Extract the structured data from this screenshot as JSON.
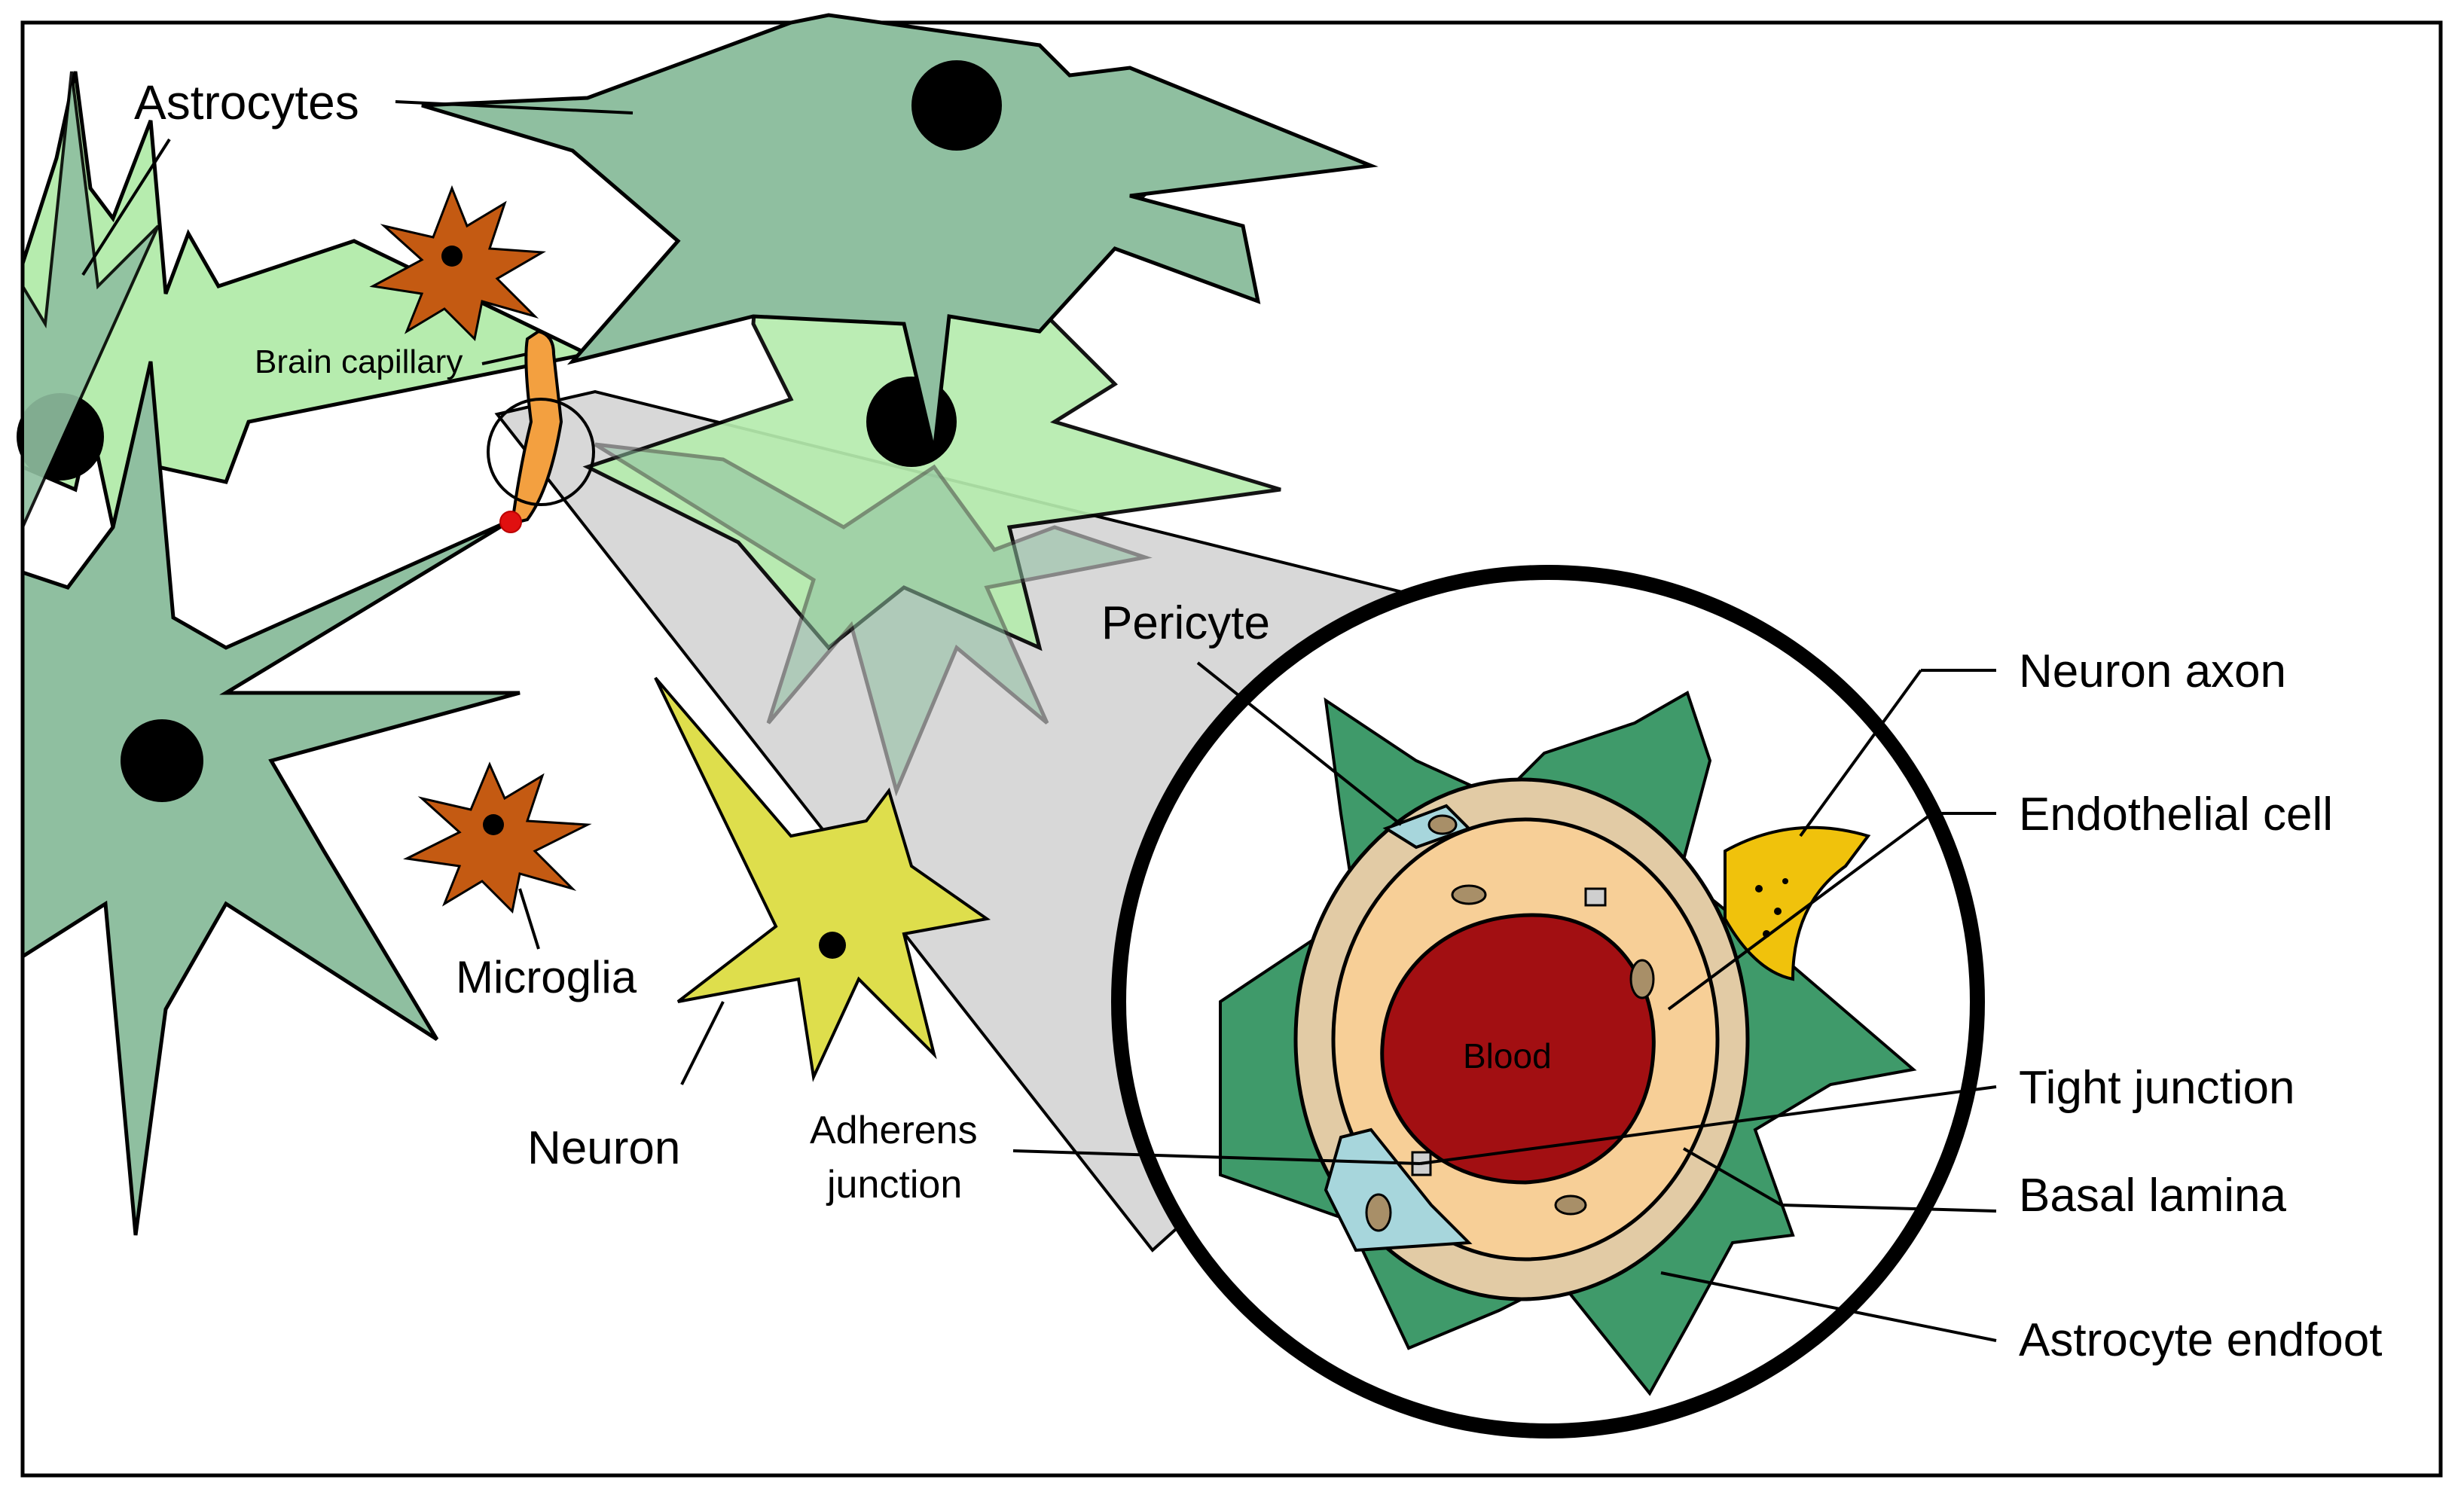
{
  "labels": {
    "astrocytes": "Astrocytes",
    "brain_capillary": "Brain capillary",
    "microglia": "Microglia",
    "neuron": "Neuron",
    "pericyte": "Pericyte",
    "adherens_junction_line1": "Adherens",
    "adherens_junction_line2": "junction",
    "blood": "Blood",
    "neuron_axon": "Neuron axon",
    "endothelial_cell": "Endothelial cell",
    "tight_junction": "Tight junction",
    "basal_lamina": "Basal lamina",
    "astrocyte_endfoot": "Astrocyte endfoot"
  },
  "colors": {
    "astrocyte_dark": "#8fbfa0",
    "astrocyte_light": "#b6ecae",
    "microglia": "#c45a12",
    "neuron": "#dede4c",
    "capillary": "#f3a040",
    "endfoot": "#3f9a6a",
    "basal_lamina": "#e2cba5",
    "endothelium": "#f7cf97",
    "blood": "#a20f12",
    "pericyte": "#a7d6dc",
    "axon": "#f0c20c",
    "magnifier_cone": "#d8d8d8"
  }
}
